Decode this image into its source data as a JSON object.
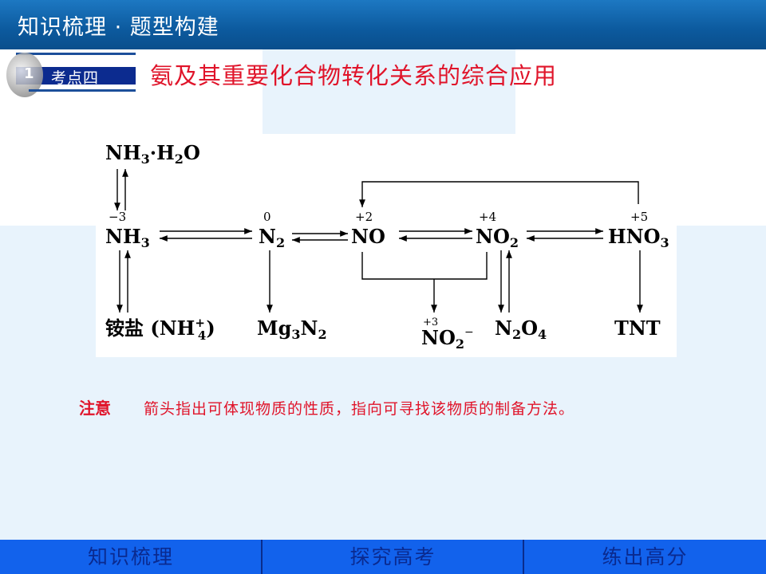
{
  "header": {
    "title": "知识梳理 · 题型构建"
  },
  "badge": {
    "number": "1",
    "label": "考点四"
  },
  "section_title": "氨及其重要化合物转化关系的综合应用",
  "diagram": {
    "nodes": {
      "nh3h2o": {
        "a": "NH",
        "b": "3",
        "c": "·H",
        "d": "2",
        "e": "O"
      },
      "nh3": {
        "a": "NH",
        "b": "3",
        "ox": "−3"
      },
      "n2": {
        "a": "N",
        "b": "2",
        "ox": "0"
      },
      "no": {
        "a": "NO",
        "ox": "+2"
      },
      "no2": {
        "a": "NO",
        "b": "2",
        "ox": "+4"
      },
      "hno3": {
        "a": "HNO",
        "b": "3",
        "ox": "+5"
      },
      "ammonium": {
        "a": "铵盐 (NH",
        "sup": "+",
        "sub": "4",
        "b": ")"
      },
      "mg3n2": {
        "a": "Mg",
        "b": "3",
        "c": "N",
        "d": "2"
      },
      "nitrite": {
        "a": "NO",
        "sub": "2",
        "sup": "−",
        "ox": "+3"
      },
      "n2o4": {
        "a": "N",
        "b": "2",
        "c": "O",
        "d": "4"
      },
      "tnt": {
        "a": "TNT"
      }
    }
  },
  "note": {
    "label": "注意",
    "text": "箭头指出可体现物质的性质，指向可寻找该物质的制备方法。"
  },
  "footer": {
    "items": [
      "知识梳理",
      "探究高考",
      "练出高分"
    ]
  },
  "colors": {
    "header": "#0c5a9e",
    "accent": "#e0142a",
    "footer": "#1262ec",
    "panel": "#e8f3fc"
  }
}
